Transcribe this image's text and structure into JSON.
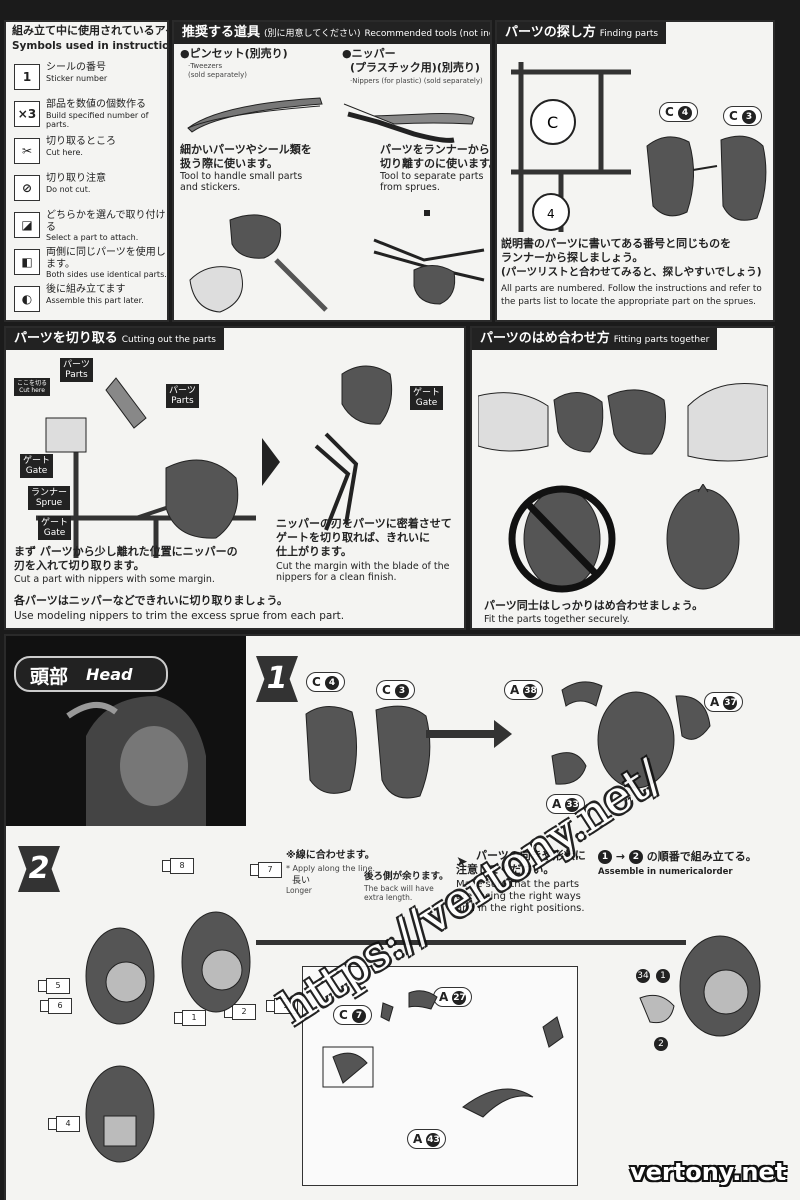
{
  "symbols": {
    "title_jp": "組み立て中に使用されているアイコン",
    "title_en": "Symbols used in instructions",
    "items": [
      {
        "icon": "sticker-icon",
        "glyph": "1",
        "jp": "シールの番号",
        "en": "Sticker number"
      },
      {
        "icon": "multiply-icon",
        "glyph": "×3",
        "jp": "部品を数値の個数作る",
        "en": "Build specified number of parts."
      },
      {
        "icon": "cut-icon",
        "glyph": "✂",
        "jp": "切り取るところ",
        "en": "Cut here."
      },
      {
        "icon": "no-cut-icon",
        "glyph": "⊘",
        "jp": "切り取り注意",
        "en": "Do not cut."
      },
      {
        "icon": "select-icon",
        "glyph": "◪",
        "jp": "どちらかを選んで取り付ける",
        "en": "Select a part to attach."
      },
      {
        "icon": "both-sides-icon",
        "glyph": "◧",
        "jp": "両側に同じパーツを使用します。",
        "en": "Both sides use identical parts."
      },
      {
        "icon": "assemble-later-icon",
        "glyph": "◐",
        "jp": "後に組み立てます",
        "en": "Assemble this part later."
      }
    ]
  },
  "tools": {
    "title_jp": "推奨する道具",
    "title_note": "(別に用意してください)",
    "title_en": "Recommended tools (not included)",
    "tweezers_jp": "●ピンセット(別売り)",
    "tweezers_en": "·Tweezers",
    "tweezers_sold": "(sold separately)",
    "nippers_jp": "●ニッパー",
    "nippers_jp2": "(プラスチック用)(別売り)",
    "nippers_en": "·Nippers (for plastic) (sold separately)",
    "tw_desc_jp1": "細かいパーツやシール類を",
    "tw_desc_jp2": "扱う際に使います。",
    "tw_desc_en1": "Tool to handle small parts",
    "tw_desc_en2": "and stickers.",
    "np_desc_jp1": "パーツをランナーから",
    "np_desc_jp2": "切り離すのに使います。",
    "np_desc_en1": "Tool to separate parts",
    "np_desc_en2": "from sprues."
  },
  "finding": {
    "title_jp": "パーツの探し方",
    "title_en": "Finding parts",
    "label_c4": "C",
    "n4": "4",
    "label_c3": "C",
    "n3": "3",
    "jp1": "説明書のパーツに書いてある番号と同じものを",
    "jp2": "ランナーから探しましょう。",
    "jp3": "(パーツリストと合わせてみると、探しやすいでしょう)",
    "en1": "All parts are numbered. Follow the instructions and refer to",
    "en2": "the parts list to locate the appropriate part on the sprues."
  },
  "cutting": {
    "title_jp": "パーツを切り取る",
    "title_en": "Cutting out the parts",
    "parts_jp": "パーツ",
    "parts_en": "Parts",
    "cut_here_jp": "ここを切る",
    "cut_here_en": "Cut here",
    "gate_jp": "ゲート",
    "gate_en": "Gate",
    "sprue_jp": "ランナー",
    "sprue_en": "Sprue",
    "step1_jp1": "まず パーツから少し離れた位置にニッパーの",
    "step1_jp2": "刃を入れて切り取ります。",
    "step1_en": "Cut a part with nippers with some margin.",
    "step2_jp1": "ニッパーの刃をパーツに密着させて",
    "step2_jp2": "ゲートを切り取れば、きれいに",
    "step2_jp3": "仕上がります。",
    "step2_en1": "Cut the margin with the blade of the",
    "step2_en2": "nippers for a clean finish.",
    "note_jp": "各パーツはニッパーなどできれいに切り取りましょう。",
    "note_en": "Use modeling nippers to trim the excess sprue from each part."
  },
  "fitting": {
    "title_jp": "パーツのはめ合わせ方",
    "title_en": "Fitting parts together",
    "note_jp": "パーツ同士はしっかりはめ合わせましょう。",
    "note_en": "Fit the parts together securely."
  },
  "head": {
    "title_jp": "頭部",
    "title_en": "Head",
    "step1": {
      "n": "1",
      "c4": "C",
      "c4n": "4",
      "c3": "C",
      "c3n": "3",
      "a38": "A",
      "a38n": "38",
      "a37": "A",
      "a37n": "37",
      "a33": "A",
      "a33n": "33"
    },
    "step2": {
      "n": "2",
      "apply_jp": "※線に合わせます。",
      "apply_en": "* Apply along the line.",
      "longer_jp": "長い",
      "longer_en": "Longer",
      "back_jp": "後ろ側が余ります。",
      "back_en1": "The back will have",
      "back_en2": "extra length.",
      "orient_jp1": "パーツの向きや形状に",
      "orient_jp2": "注意してください。",
      "orient_en1": "Make sure that the parts",
      "orient_en2": "are facing the right ways",
      "orient_en3": "and in the right positions.",
      "order_jp": "の順番で組み立てる。",
      "order_en": "Assemble in numericalorder",
      "o1": "1",
      "o2": "2",
      "c7": "C",
      "c7n": "7",
      "a27": "A",
      "a27n": "27",
      "a43": "A",
      "a43n": "43",
      "a34n": "34",
      "stickers": [
        "8",
        "7",
        "5",
        "6",
        "1",
        "2",
        "3",
        "4"
      ]
    }
  },
  "watermarks": {
    "url": "https://vertony.net/",
    "site": "vertony.net"
  }
}
